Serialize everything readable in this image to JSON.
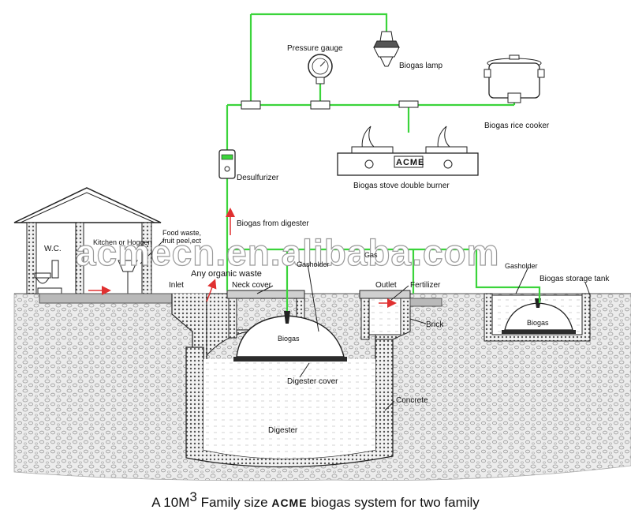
{
  "labels": {
    "pressure_gauge": "Pressure gauge",
    "biogas_lamp": "Biogas lamp",
    "biogas_rice_cooker": "Biogas rice cooker",
    "stove_brand": "ACME",
    "biogas_stove": "Biogas stove double burner",
    "desulfurizer": "Desulfurizer",
    "biogas_from_digester": "Biogas from digester",
    "wc": "W.C.",
    "kitchen": "Kitchen or Hoggen",
    "food_waste_1": "Food waste,",
    "food_waste_2": "fruit peel,ect",
    "any_organic_waste": "Any organic waste",
    "inlet": "Inlet",
    "neck_cover": "Neck cover",
    "gasholder_left": "Gasholder",
    "gas_pipe": "Gas",
    "outlet": "Outlet",
    "fertilizer": "Fertilizer",
    "gasholder_right": "Gasholder",
    "biogas_storage_tank": "Biogas storage tank",
    "biogas_dome": "Biogas",
    "biogas_tank": "Biogas",
    "brick": "Brick",
    "digester_cover": "Digester cover",
    "concrete": "Concrete",
    "digester": "Digester"
  },
  "watermark": "acmecn.en.alibaba.com",
  "caption": {
    "prefix": "A 10M",
    "superscript": "3",
    "middle": " Family size ",
    "brand": "ACME",
    "suffix": " biogas system for two family"
  },
  "colors": {
    "gas_pipe": "#3bd43b",
    "arrow": "#e03030",
    "outline": "#222222",
    "soil": "#e7e7e7"
  }
}
